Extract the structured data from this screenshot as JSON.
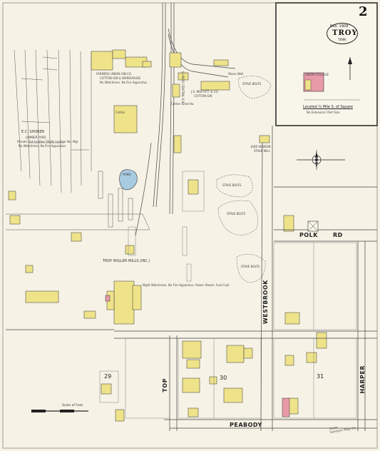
{
  "sheet": {
    "number": "2",
    "oval": {
      "date": "Nov. 1909",
      "city": "TROY",
      "state": "TENN."
    }
  },
  "inset": {
    "building": "UNION COLLEGE",
    "caption": "Located ¾ Mile S. of Square",
    "caption2": "No Extension! Part Size"
  },
  "streets": {
    "polk": "POLK",
    "rd": "RD",
    "westbrook": "WESTBROOK",
    "harper": "HARPER",
    "top": "TOP",
    "peabody": "PEABODY"
  },
  "blocks": {
    "b29": "29",
    "b30": "30",
    "b31": "31"
  },
  "labels": {
    "cotton_lumber": "Cotton",
    "lumber_yard": "E.C. SHORER",
    "lumber_yard_2": "LUMBER YARD",
    "lumber_note": "Private Out Lumber Sheds Lumber No. Mgr.",
    "lumber_note2": "No Watchman. No Fire Apparatus",
    "gin_name": "FARMERS UNION GIN CO.",
    "gin_sub": "COTTON GIN & WAREHOUSE",
    "gin_note": "No Watchman. No Fire Apparatus",
    "moffett": "J.S. MOFFETT & CO.",
    "moffett_sub": "COTTON GIN",
    "seed_house": "Cotton Seed Ho.",
    "pond": "POND",
    "roller_mills": "TROY ROLLER MILLS (INC.)",
    "mills_note": "Night Watchman. No Fire Apparatus. Power Steam. Fuel Coal.",
    "stone_wall": "Stone Wall",
    "jake_henson": "JAKE HENSON",
    "jake_sub": "STAVE MILL",
    "stave_bolts_1": "STAVE BOLTS",
    "stave_bolts_2": "STAVE BOLTS",
    "stave_bolts_3": "STAVE BOLTS",
    "stave_bolts_4": "STAVE BOLTS",
    "railroad": "ILLINOIS CENTRAL R.R.",
    "scale": "Scale of Feet.",
    "stamp_line1": "Scale",
    "stamp_line2": "Sanborn Map Co."
  },
  "colors": {
    "paper": "#f6f2e6",
    "frame_yellow": "#efe38a",
    "brick_pink": "#e79aa8",
    "water_blue": "#a8cbe2",
    "line": "#4a4a4a"
  },
  "icons": [
    "compass-rose-icon",
    "north-arrow-icon"
  ]
}
